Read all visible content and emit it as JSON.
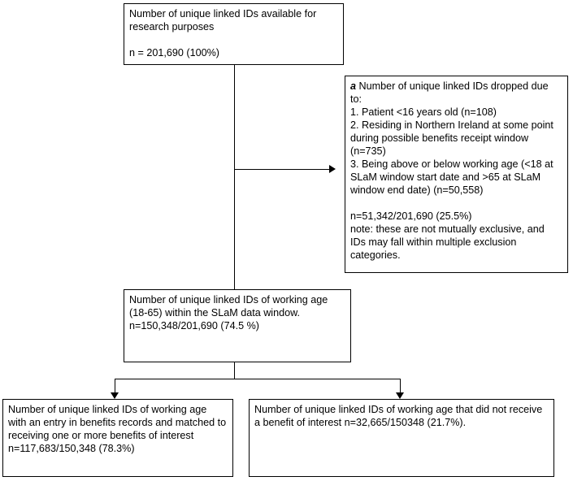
{
  "box_top": {
    "line1": "Number of unique linked IDs available for research purposes",
    "line2": "n = 201,690 (100%)"
  },
  "box_exclusion": {
    "label": "a",
    "heading": " Number of unique linked IDs dropped due to:",
    "item1": "1. Patient <16 years old (n=108)",
    "item2": "2. Residing in Northern Ireland at some point during possible benefits receipt window (n=735)",
    "item3": "3. Being above or below working age (<18 at SLaM window start date and >65 at SLaM window end date) (n=50,558)",
    "total": "n=51,342/201,690 (25.5%)",
    "note": "note: these are not mutually exclusive, and IDs may fall within multiple exclusion categories."
  },
  "box_working_age": {
    "line1": "Number of unique linked IDs of working age (18-65) within the SLaM data window.",
    "line2": "n=150,348/201,690 (74.5 %)"
  },
  "box_benefits": {
    "text": "Number of unique linked IDs of working age with an entry in benefits records and matched to receiving one or more benefits of interest n=117,683/150,348 (78.3%)"
  },
  "box_no_benefit": {
    "text": "Number of unique linked IDs of working age that did not receive a benefit of interest n=32,665/150348 (21.7%)."
  }
}
